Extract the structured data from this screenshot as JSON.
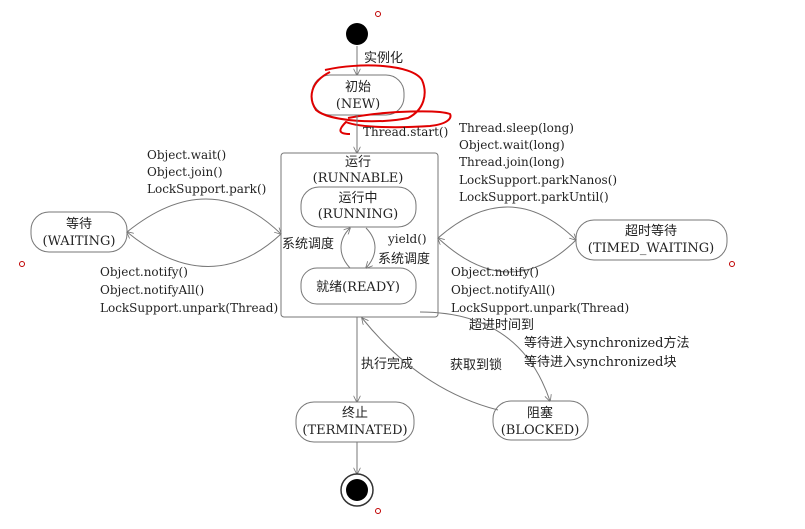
{
  "states": {
    "new": {
      "title": "初始",
      "subtitle": "(NEW)"
    },
    "runnable": {
      "title": "运行",
      "subtitle": "(RUNNABLE)"
    },
    "running": {
      "title": "运行中",
      "subtitle": "(RUNNING)"
    },
    "ready": {
      "label": "就绪(READY)"
    },
    "waiting": {
      "title": "等待",
      "subtitle": "(WAITING)"
    },
    "timed_waiting": {
      "title": "超时等待",
      "subtitle": "(TIMED_WAITING)"
    },
    "blocked": {
      "title": "阻塞",
      "subtitle": "(BLOCKED)"
    },
    "terminated": {
      "title": "终止",
      "subtitle": "(TERMINATED)"
    }
  },
  "transitions": {
    "instantiate": "实例化",
    "start": "Thread.start()",
    "scheduler_left": "系统调度",
    "yield": "yield()",
    "scheduler_right": "系统调度",
    "to_waiting": [
      "Object.wait()",
      "Object.join()",
      "LockSupport.park()"
    ],
    "from_waiting": [
      "Object.notify()",
      "Object.notifyAll()",
      "LockSupport.unpark(Thread)"
    ],
    "to_timed_waiting": [
      "Thread.sleep(long)",
      "Object.wait(long)",
      "Thread.join(long)",
      "LockSupport.parkNanos()",
      "LockSupport.parkUntil()"
    ],
    "from_timed_waiting": [
      "Object.notify()",
      "Object.notifyAll()",
      "LockSupport.unpark(Thread)"
    ],
    "timeout": "超进时间到",
    "execution_done": "执行完成",
    "acquire_lock": "获取到锁",
    "to_blocked": [
      "等待进入synchronized方法",
      "等待进入synchronized块"
    ]
  }
}
